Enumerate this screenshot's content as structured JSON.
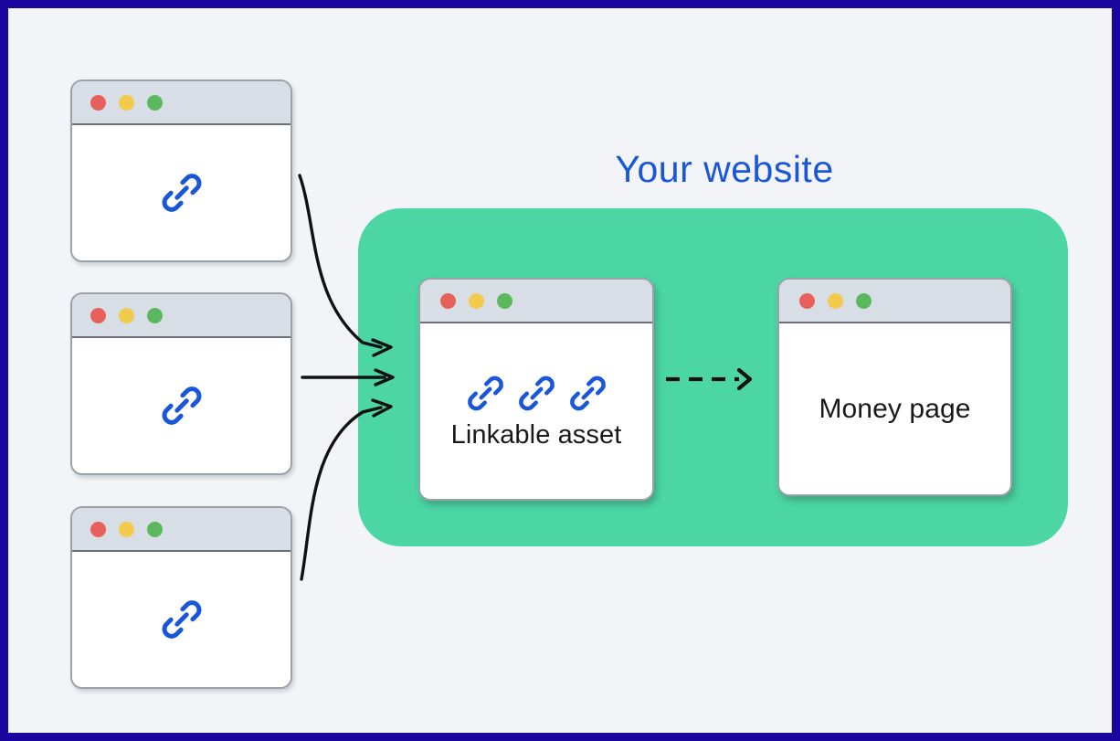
{
  "page": {
    "frame_color": "#1a069e",
    "background_color": "#f2f4f7"
  },
  "heading": {
    "text": "Your website",
    "color": "#1a56d8"
  },
  "panel": {
    "name": "your-website-panel",
    "color": "#4bd6a4"
  },
  "traffic_lights": {
    "red": "#e8605a",
    "yellow": "#f2ca4c",
    "green": "#5cb85c"
  },
  "icons": {
    "link": "link-icon",
    "link_color": "#1a56d8"
  },
  "external_sites": [
    {
      "name": "external-site-1",
      "icon": "link-icon",
      "link_count": 1
    },
    {
      "name": "external-site-2",
      "icon": "link-icon",
      "link_count": 1
    },
    {
      "name": "external-site-3",
      "icon": "link-icon",
      "link_count": 1
    }
  ],
  "cards": {
    "linkable_asset": {
      "label": "Linkable asset",
      "link_count": 3
    },
    "money_page": {
      "label": "Money page"
    }
  },
  "connectors": {
    "inbound": [
      {
        "name": "inbound-arrow-top",
        "style": "curved"
      },
      {
        "name": "inbound-arrow-middle",
        "style": "straight"
      },
      {
        "name": "inbound-arrow-bottom",
        "style": "curved"
      }
    ],
    "internal": {
      "name": "internal-link-arrow",
      "style": "dashed"
    }
  }
}
